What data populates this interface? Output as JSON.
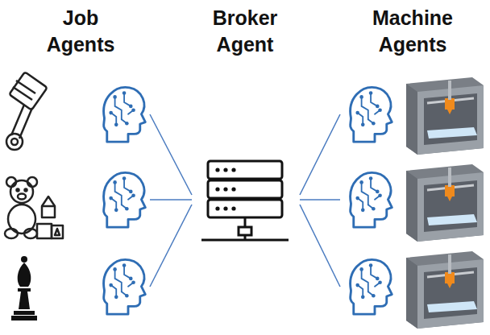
{
  "diagram": {
    "labels": [
      "Job Agents",
      "Broker Agent",
      "Machine Agents"
    ]
  }
}
